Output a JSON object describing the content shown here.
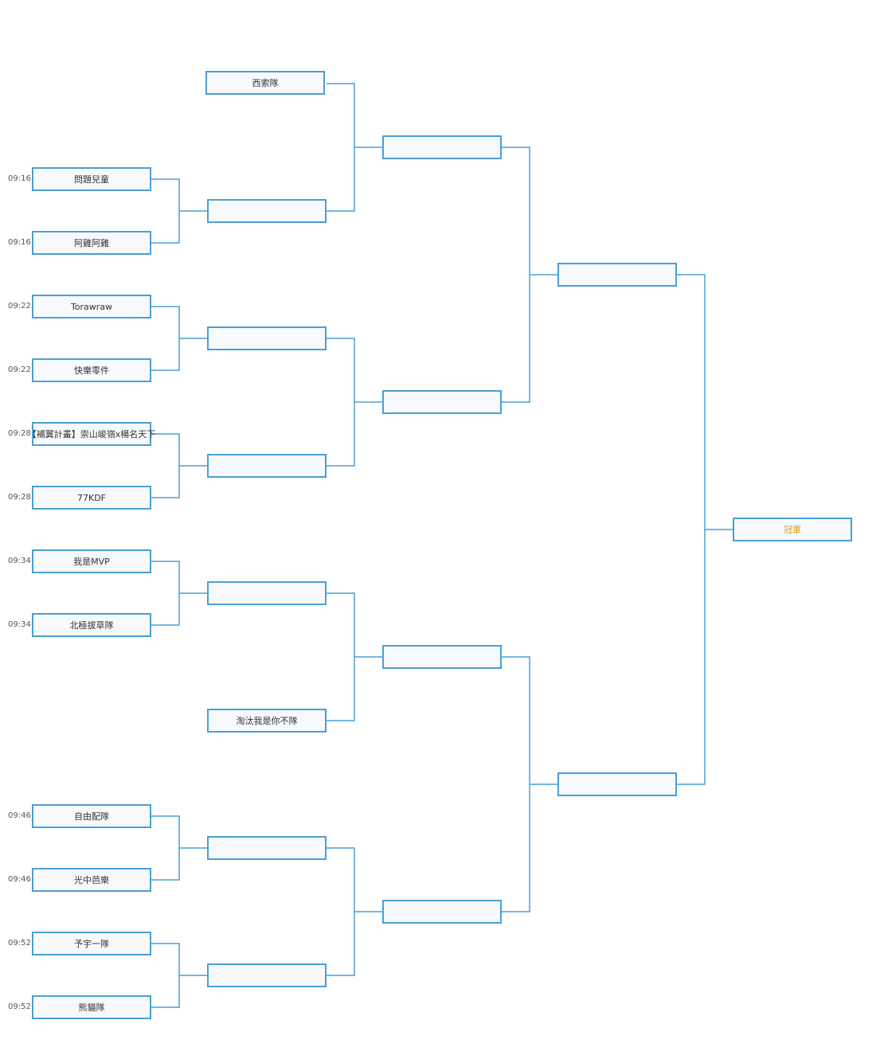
{
  "times": [
    "09:16",
    "09:16",
    "09:22",
    "09:22",
    "09:28",
    "09:28",
    "09:34",
    "09:34",
    "09:46",
    "09:46",
    "09:52",
    "09:52"
  ],
  "r0": [
    "問題兒童",
    "阿雞阿雞",
    "Torawraw",
    "快樂零件",
    "【補翼計畫】崇山峻嶺x楊名天下",
    "77KDF",
    "我是MVP",
    "北極拔草隊",
    "自由配隊",
    "光中芭樂",
    "予宇一隊",
    "熊貓隊"
  ],
  "r1": [
    "西索隊",
    "",
    "",
    "",
    "",
    "淘汰我是你不隊",
    "",
    ""
  ],
  "r2": [
    "",
    "",
    "",
    ""
  ],
  "r3": [
    "",
    ""
  ],
  "final": {
    "label": "冠軍"
  },
  "colors": {
    "line": "#4a9fd5",
    "box_bg": "#f7f9fc",
    "champion": "#d4a017"
  }
}
